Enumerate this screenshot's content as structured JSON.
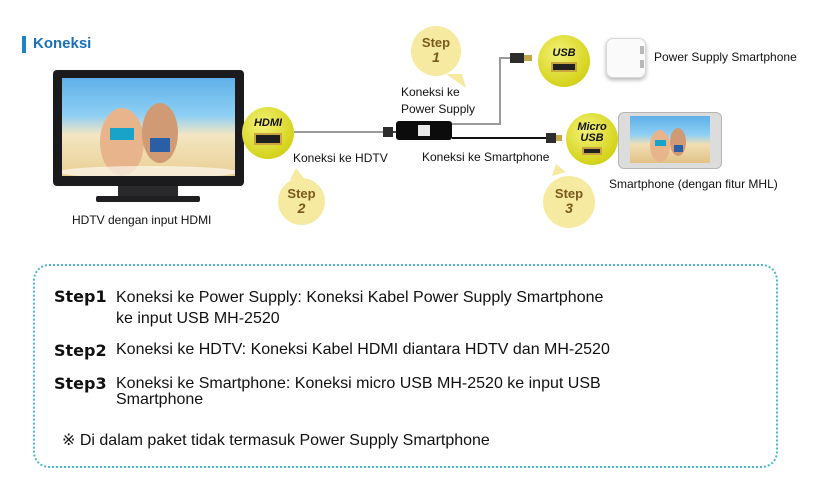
{
  "title": "Koneksi",
  "tv": {
    "caption": "HDTV dengan input HDMI"
  },
  "ports": {
    "hdmi": "HDMI",
    "usb": "USB",
    "micro_usb_line1": "Micro",
    "micro_usb_line2": "USB"
  },
  "steps": [
    {
      "word": "Step",
      "num": "1",
      "connection_label_line1": "Koneksi ke",
      "connection_label_line2": "Power Supply"
    },
    {
      "word": "Step",
      "num": "2",
      "connection_label": "Koneksi ke HDTV"
    },
    {
      "word": "Step",
      "num": "3",
      "connection_label": "Koneksi ke Smartphone"
    }
  ],
  "devices": {
    "power_supply": "Power Supply Smartphone",
    "smartphone": "Smartphone (dengan fitur MHL)"
  },
  "instructions": [
    {
      "tag": "Step1",
      "text_line1": "Koneksi ke Power Supply: Koneksi Kabel Power Supply Smartphone",
      "text_line2": "ke input USB MH-2520"
    },
    {
      "tag": "Step2",
      "text_line1": "Koneksi ke HDTV: Koneksi Kabel HDMI diantara HDTV dan MH-2520"
    },
    {
      "tag": "Step3",
      "text_line1": "Koneksi ke Smartphone: Koneksi micro USB MH-2520 ke input USB",
      "text_line2": "Smartphone"
    }
  ],
  "note": "※ Di dalam paket tidak termasuk Power Supply Smartphone",
  "colors": {
    "accent": "#1a6fb5",
    "port_yellow": "#d5d31c",
    "step_bg": "#f6eaa0",
    "border_dotted": "#4fb6cf"
  }
}
